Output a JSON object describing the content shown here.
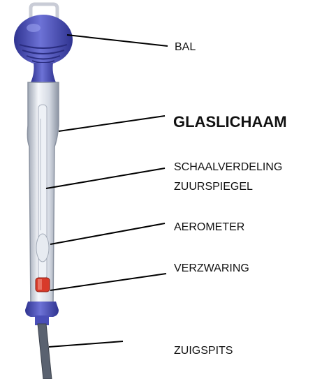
{
  "labels": {
    "bal": "BAL",
    "glaslichaam": "GLASLICHAAM",
    "schaalverdeling": "SCHAALVERDELING",
    "zuurspiegel": "ZUURSPIEGEL",
    "aerometer": "AEROMETER",
    "verzwaring": "VERZWARING",
    "zuigspits": "ZUIGSPITS"
  },
  "colors": {
    "bulb": "#5a5fc8",
    "bulb_dark": "#3b3f9e",
    "glass": "#dfe3ea",
    "weight": "#d83a2a",
    "tip": "#5a6270",
    "leader": "#000000"
  }
}
